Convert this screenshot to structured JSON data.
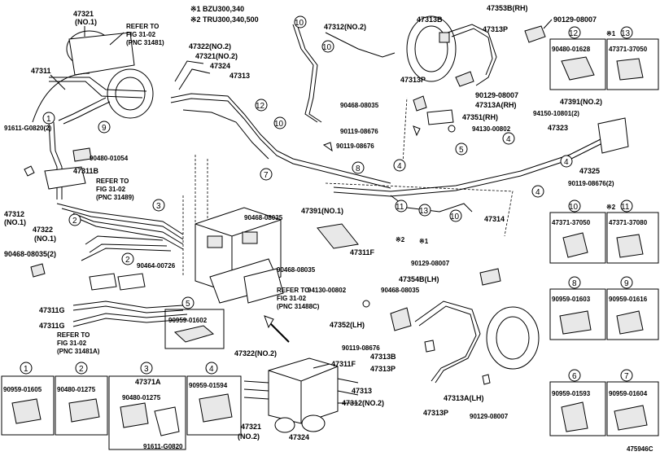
{
  "notes": {
    "note1": "※1 BZU300,340",
    "note2": "※2 TRU300,340,500"
  },
  "figure_id": "475946C",
  "refer": {
    "r1": [
      "REFER TO",
      "FIG 31-02",
      "(PNC 31481)"
    ],
    "r2": [
      "REFER TO",
      "FIG 31-02",
      "(PNC 31489)"
    ],
    "r3": [
      "REFER TO",
      "FIG 31-02",
      "(PNC 31488C)"
    ],
    "r4": [
      "REFER TO",
      "FIG 31-02",
      "(PNC 31481A)"
    ]
  },
  "labels": {
    "p47321_no1": [
      "47321",
      "(NO.1)"
    ],
    "p47311": "47311",
    "p91611_08202": "91611-G0820(2)",
    "p90480_01054": "90480-01054",
    "p47311B": "47311B",
    "p47312_no1": [
      "47312",
      "(NO.1)"
    ],
    "p47322_no1": [
      "47322",
      "(NO.1)"
    ],
    "p90468_08035_2": "90468-08035(2)",
    "p90464_00726": "90464-00726",
    "p47311G_a": "47311G",
    "p47311G_b": "47311G",
    "p47322_no2_top": "47322(NO.2)",
    "p47321_no2_top": "47321(NO.2)",
    "p47324_top": "47324",
    "p47313_top": "47313",
    "p47312_no2_top": "47312(NO.2)",
    "p47313B_top": "47313B",
    "p47313P_a": "47313P",
    "p47313P_b": "47313P",
    "p47353B_rh": "47353B(RH)",
    "p90129_08007_a": "90129-08007",
    "p90129_08007_b": "90129-08007",
    "p47313A_rh": "47313A(RH)",
    "p90468_08035_a": "90468-08035",
    "p47351_rh": "47351(RH)",
    "p90119_08676_a": "90119-08676",
    "p94130_00802_a": "94130-00802",
    "p90119_08676_b": "90119-08676",
    "p47391_no2": "47391(NO.2)",
    "p94150_10801_2": "94150-10801(2)",
    "p47323": "47323",
    "p47325": "47325",
    "p90119_08676_2": "90119-08676(2)",
    "p47391_no1": "47391(NO.1)",
    "p47314": "47314",
    "p90468_08035_b": "90468-08035",
    "p90468_08035_c": "90468-08035",
    "p47311F_mid": "47311F",
    "p90129_08007_c": "90129-08007",
    "p47354B_lh": "47354B(LH)",
    "p94130_00802_b": "94130-00802",
    "p90468_08035_d": "90468-08035",
    "p47352_lh": "47352(LH)",
    "p90119_08676_c": "90119-08676",
    "p47313B_bot": "47313B",
    "p47313P_c": "47313P",
    "p47313A_lh": "47313A(LH)",
    "p47313P_d": "47313P",
    "p90129_08007_d": "90129-08007",
    "p47322_no2_bot": "47322(NO.2)",
    "p47311F_bot": "47311F",
    "p47313_bot": "47313",
    "p47312_no2_bot": "47312(NO.2)",
    "p47321_no2_bot": [
      "47321",
      "(NO.2)"
    ],
    "p47324_bot": "47324",
    "p90959_01602": "90959-01602"
  },
  "legend": [
    {
      "num": "12",
      "mark": "",
      "part": "90480-01628"
    },
    {
      "num": "13",
      "mark": "※1",
      "part": "47371-37050"
    },
    {
      "num": "10",
      "mark": "",
      "part": "47371-37050"
    },
    {
      "num": "11",
      "mark": "※2",
      "part": "47371-37080"
    },
    {
      "num": "8",
      "mark": "",
      "part": "90959-01603"
    },
    {
      "num": "9",
      "mark": "",
      "part": "90959-01616"
    },
    {
      "num": "6",
      "mark": "",
      "part": "90959-01593"
    },
    {
      "num": "7",
      "mark": "",
      "part": "90959-01604"
    },
    {
      "num": "1",
      "mark": "",
      "part": "90959-01605"
    },
    {
      "num": "2",
      "mark": "",
      "part": "90480-01275"
    },
    {
      "num": "3",
      "mark": "",
      "part": "47371A",
      "parts_extra": [
        "90480-01275",
        "91611-G0820"
      ]
    },
    {
      "num": "4",
      "mark": "",
      "part": "90959-01594"
    },
    {
      "num": "5",
      "mark": "",
      "part": "90959-01602"
    }
  ],
  "callout_marks": {
    "m11": "※2",
    "m13": "※1"
  }
}
